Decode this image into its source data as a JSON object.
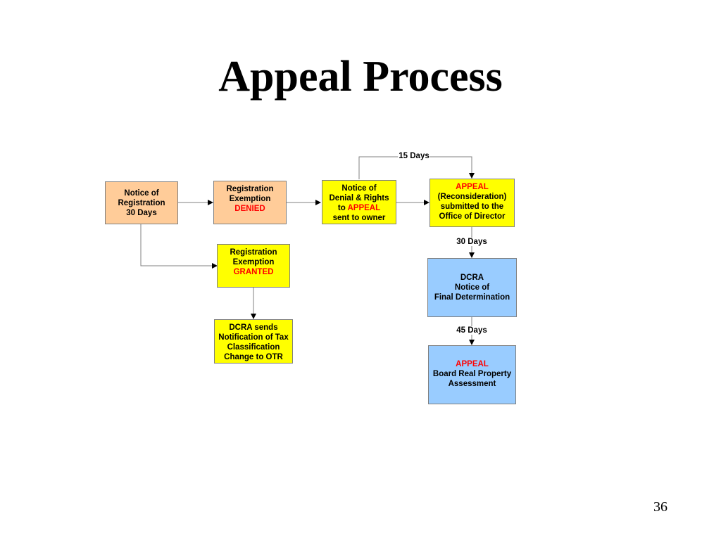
{
  "slide": {
    "title": "Appeal Process",
    "page_number": "36"
  },
  "colors": {
    "orange_box": "#ffcc99",
    "yellow_box": "#ffff00",
    "blue_box": "#99ccff",
    "highlight_text": "#ff0000"
  },
  "nodes": {
    "notice_registration": {
      "line1": "Notice of",
      "line2": "Registration",
      "line3": "30 Days"
    },
    "exemption_denied": {
      "line1": "Registration",
      "line2": "Exemption",
      "line3": "DENIED"
    },
    "notice_denial": {
      "line1": "Notice of",
      "line2": "Denial & Rights",
      "line3_prefix": "to ",
      "line3_highlight": "APPEAL",
      "line4": "sent to owner"
    },
    "appeal_reconsideration": {
      "line1": "APPEAL",
      "line2": "(Reconsideration)",
      "line3": "submitted to the",
      "line4": "Office of Director"
    },
    "exemption_granted": {
      "line1": "Registration",
      "line2": "Exemption",
      "line3": "GRANTED"
    },
    "dcra_final": {
      "line1": "DCRA",
      "line2": "Notice of",
      "line3": "Final Determination"
    },
    "dcra_sends": {
      "line1": "DCRA sends",
      "line2": "Notification of Tax",
      "line3": "Classification",
      "line4": "Change to OTR"
    },
    "appeal_board": {
      "line1": "APPEAL",
      "line2": "Board Real Property",
      "line3": "Assessment"
    }
  },
  "edge_labels": {
    "fifteen_days": "15 Days",
    "thirty_days": "30 Days",
    "forty_five_days": "45 Days"
  }
}
